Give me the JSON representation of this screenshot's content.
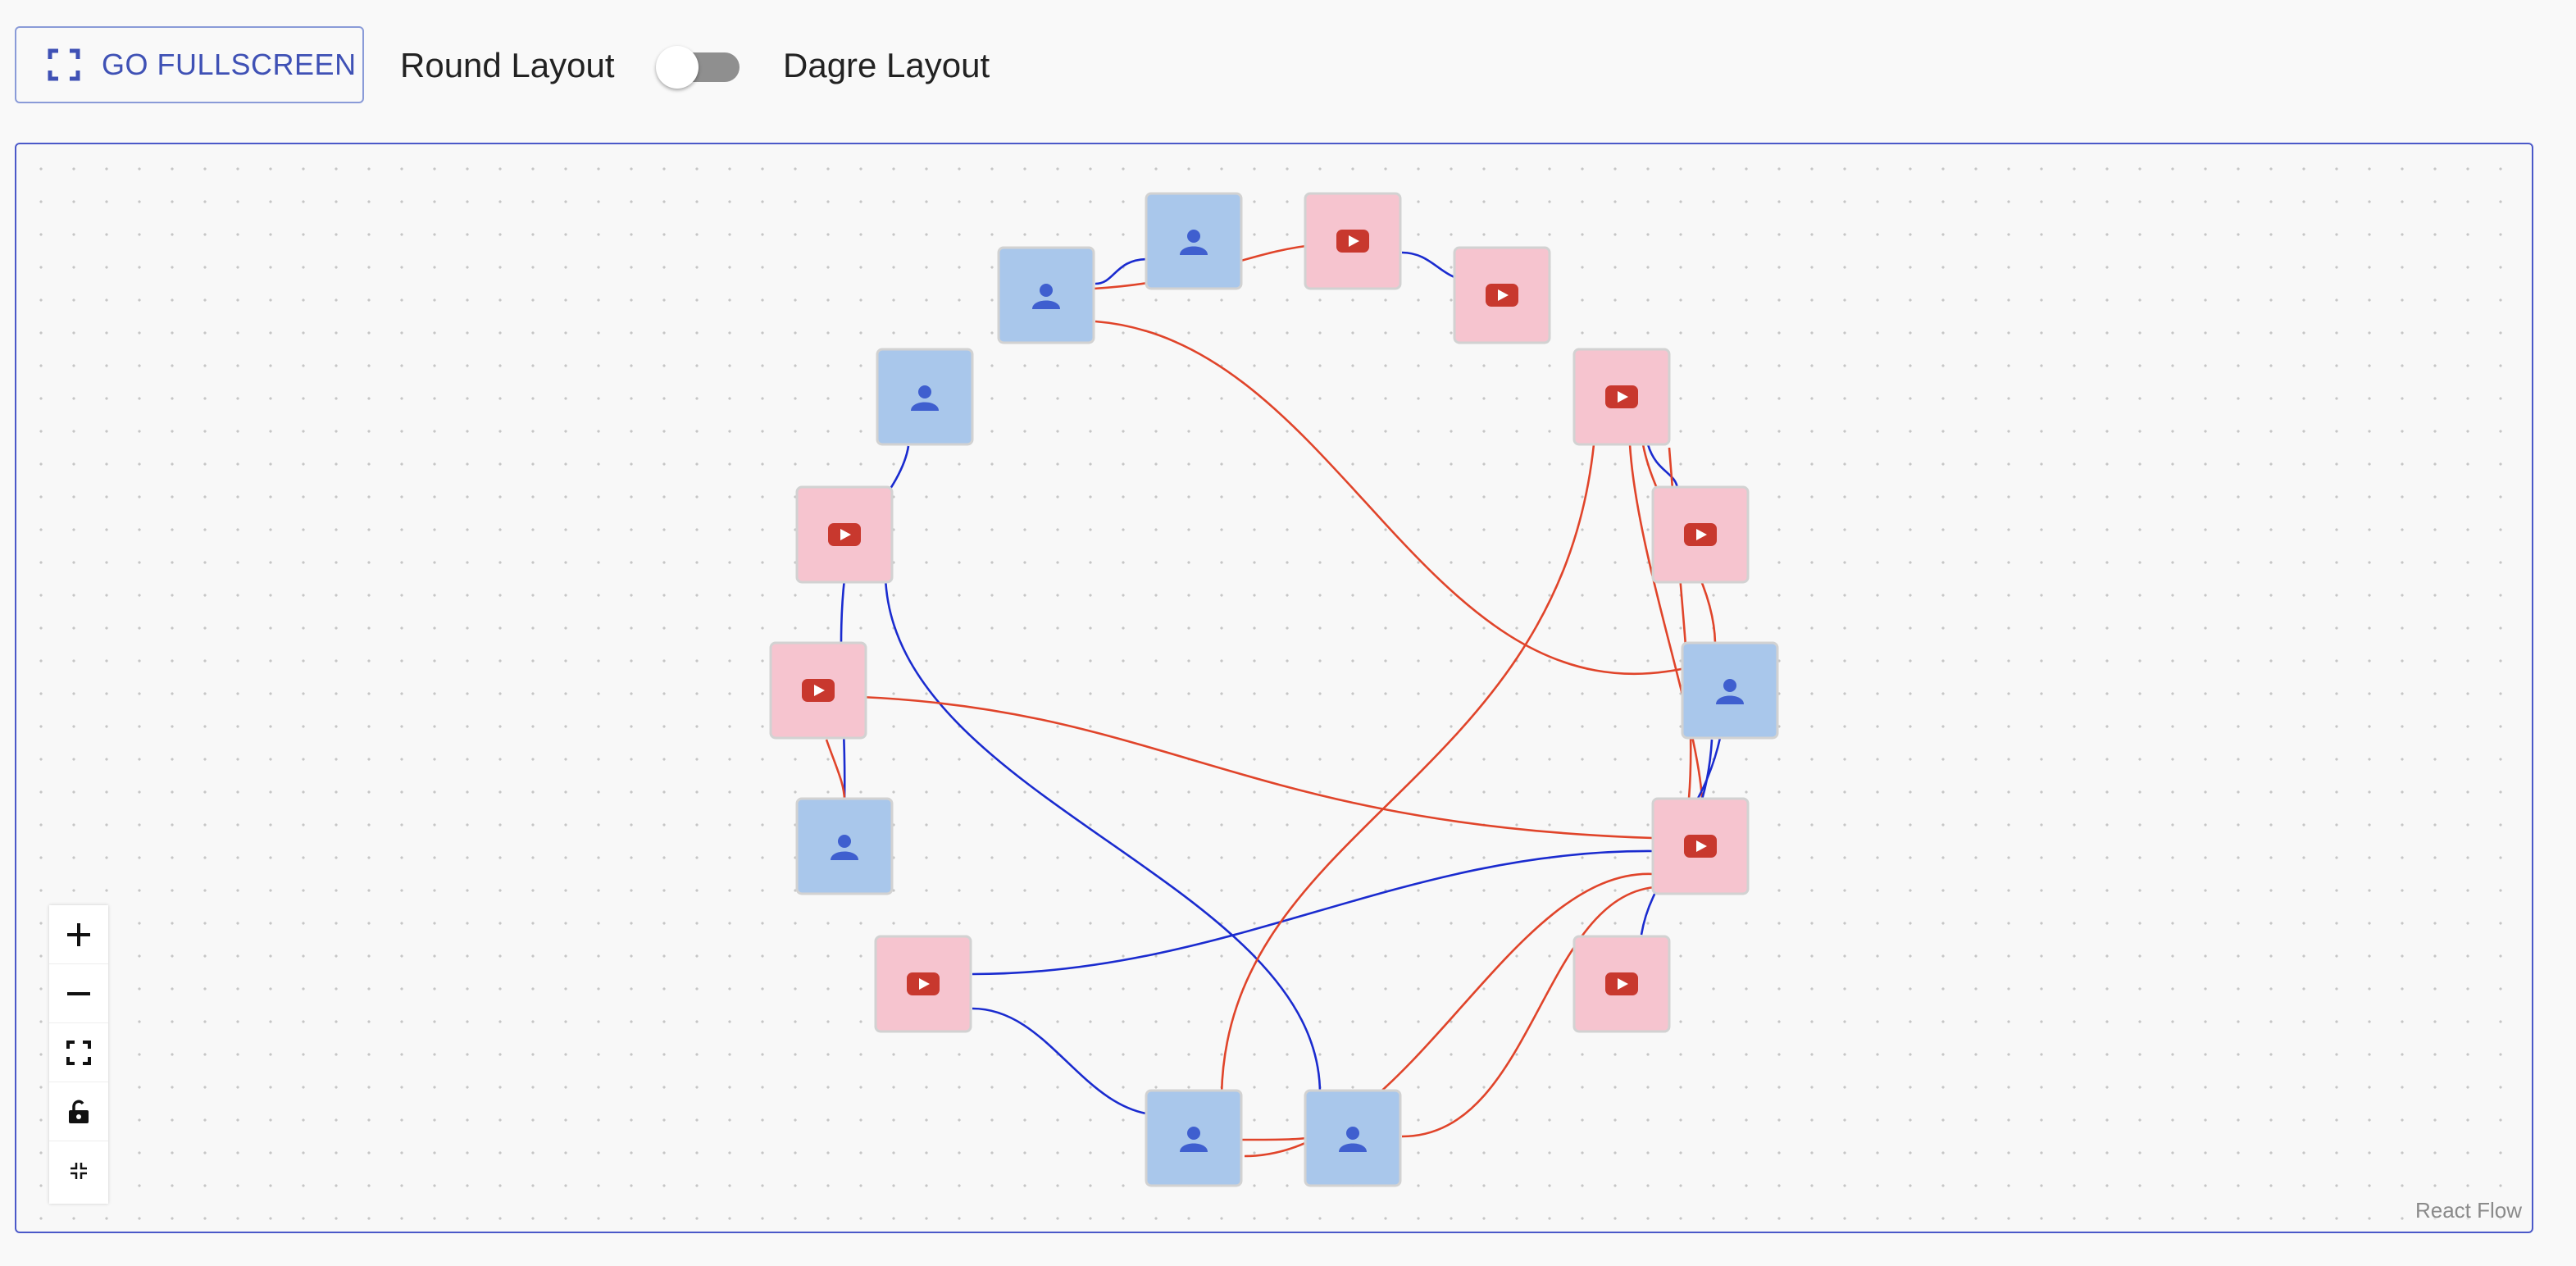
{
  "toolbar": {
    "fullscreen_label": "GO FULLSCREEN",
    "round_label": "Round Layout",
    "dagre_label": "Dagre Layout",
    "layout_toggle_on": false
  },
  "canvas": {
    "attribution": "React Flow",
    "controls": [
      "zoom-in-icon",
      "zoom-out-icon",
      "fit-view-icon",
      "lock-icon",
      "minimize-icon"
    ]
  },
  "colors": {
    "accent": "#3f51b5",
    "user_node": "#a9c7eb",
    "user_icon": "#3f5fcf",
    "video_node": "#f6c4cf",
    "video_icon": "#c8382e",
    "edge_user": "#1a2bcf",
    "edge_video": "#e0442a"
  },
  "nodes": [
    {
      "id": "n1",
      "kind": "user",
      "icon": "user-icon"
    },
    {
      "id": "n2",
      "kind": "video",
      "icon": "video-icon"
    },
    {
      "id": "n3",
      "kind": "user",
      "icon": "user-icon"
    },
    {
      "id": "n4",
      "kind": "video",
      "icon": "video-icon"
    },
    {
      "id": "n5",
      "kind": "video",
      "icon": "video-icon"
    },
    {
      "id": "n6",
      "kind": "user",
      "icon": "user-icon"
    },
    {
      "id": "n7",
      "kind": "video",
      "icon": "video-icon"
    },
    {
      "id": "n8",
      "kind": "video",
      "icon": "video-icon"
    },
    {
      "id": "n9",
      "kind": "user",
      "icon": "user-icon"
    },
    {
      "id": "n10",
      "kind": "video",
      "icon": "video-icon"
    },
    {
      "id": "n11",
      "kind": "video",
      "icon": "video-icon"
    },
    {
      "id": "n12",
      "kind": "user",
      "icon": "user-icon"
    },
    {
      "id": "n13",
      "kind": "video",
      "icon": "video-icon"
    },
    {
      "id": "n14",
      "kind": "video",
      "icon": "video-icon"
    },
    {
      "id": "n15",
      "kind": "user",
      "icon": "user-icon"
    },
    {
      "id": "n16",
      "kind": "user",
      "icon": "user-icon"
    }
  ]
}
